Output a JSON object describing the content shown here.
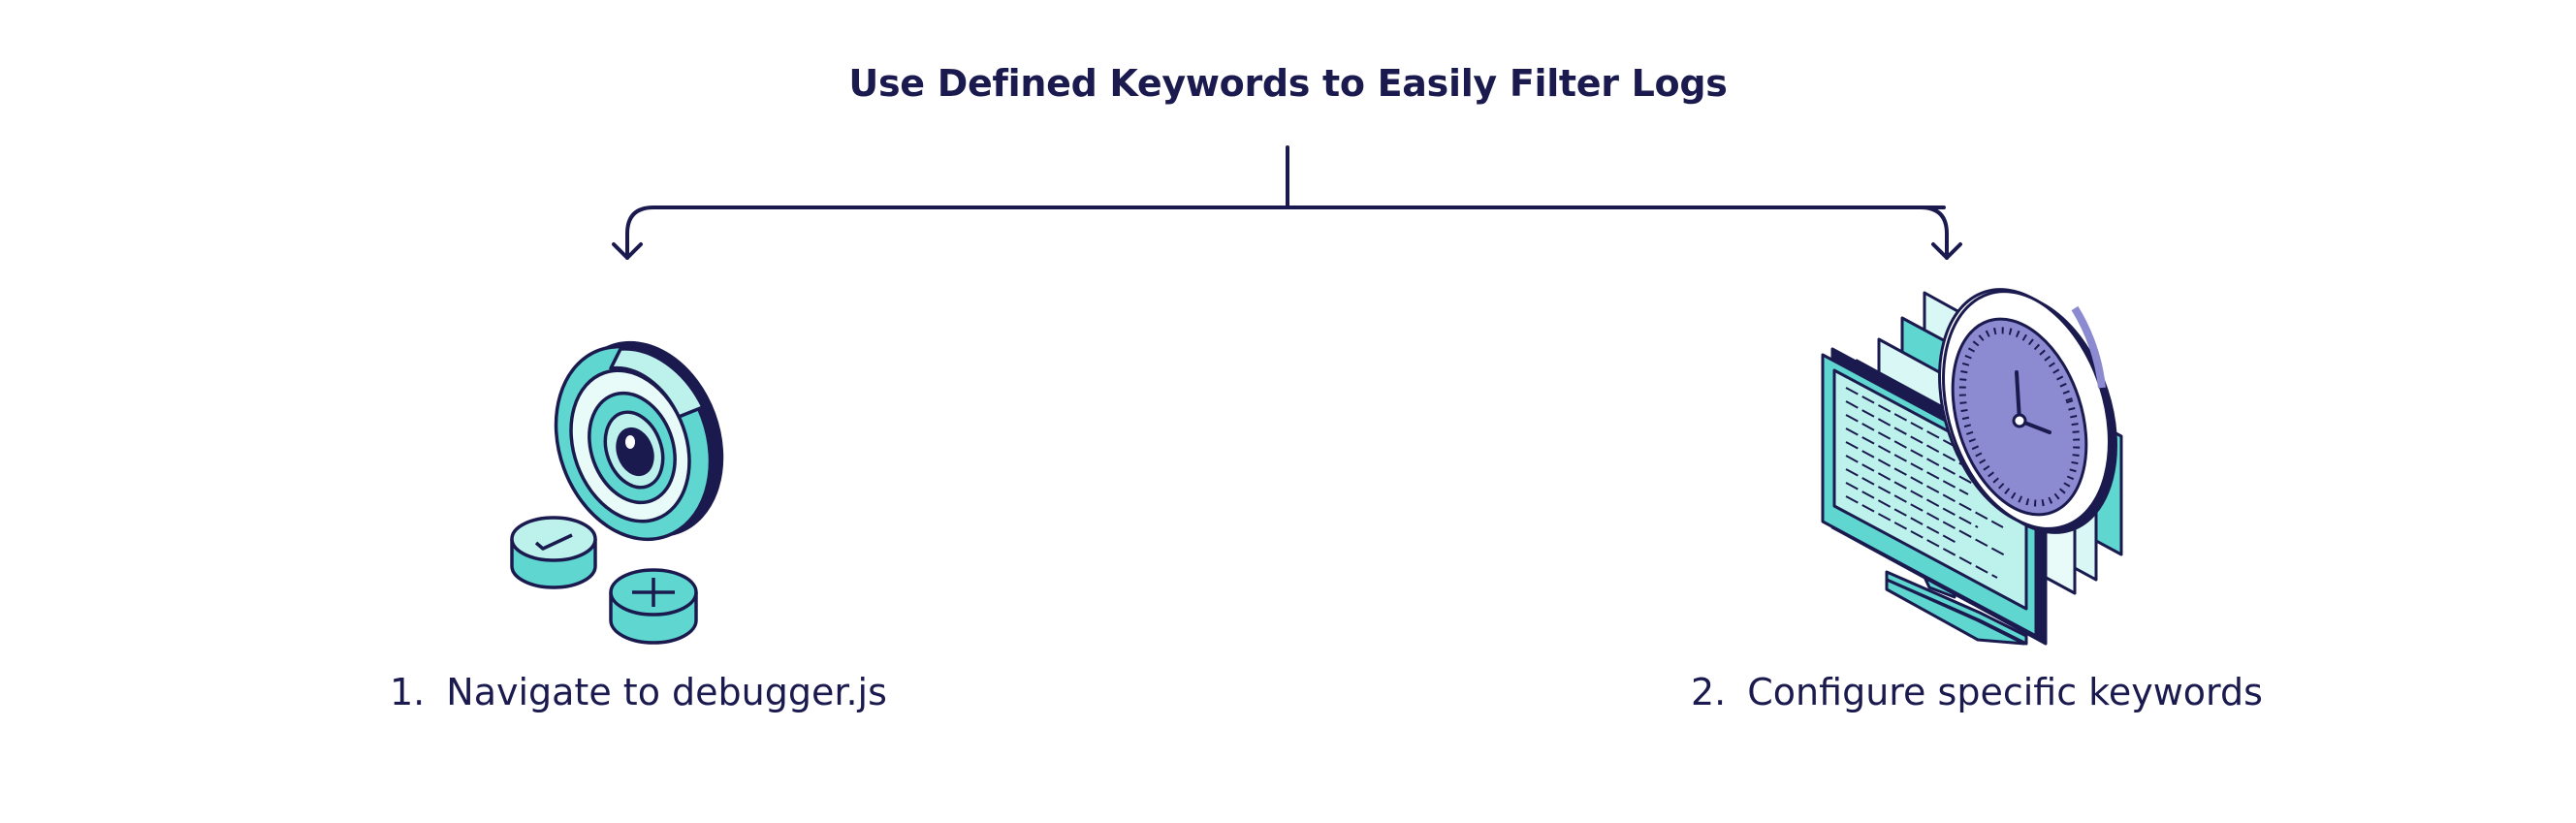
{
  "title": "Use Defined Keywords to Easily Filter Logs",
  "steps": [
    {
      "number": "1.",
      "label": "Navigate to debugger.js",
      "icon": "magnifier-eye-icon"
    },
    {
      "number": "2.",
      "label": "Configure specific keywords",
      "icon": "monitor-clock-icon"
    }
  ],
  "colors": {
    "ink": "#1b1a4f",
    "teal": "#5fd6cf",
    "teal_light": "#bdf1ec",
    "purple": "#8c8ad0",
    "white": "#ffffff"
  }
}
